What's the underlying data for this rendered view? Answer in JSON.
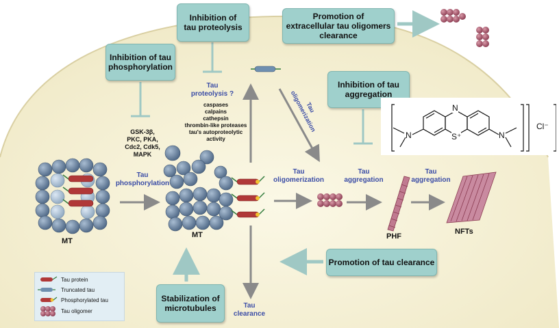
{
  "boxes": {
    "inh_tau_proteolysis": "Inhibition of\ntau proteolysis",
    "promotion_extracellular": "Promotion of\nextracellular tau oligomers\nclearance",
    "inh_tau_phosphorylation": "Inhibition of tau\nphosphorylation",
    "inh_tau_aggregation": "Inhibition of tau\naggregation",
    "promotion_tau_clearance": "Promotion of tau clearance",
    "stabilization_microtubules": "Stabilization of\nmicrotubules"
  },
  "labels": {
    "tau_proteolysis_q": "Tau\nproteolysis ?",
    "proteases": "caspases\ncalpains\ncathepsin\nthrombin-like proteases\ntau's autoproteolytic\nactivity",
    "kinases": "GSK-3β,\nPKC, PKA,\nCdc2, Cdk5,\nMAPK",
    "tau_phosphorylation": "Tau\nphosphorylation",
    "tau_oligomerization_diag": "Tau\noligomerization",
    "tau_oligomerization": "Tau\noligomerization",
    "tau_aggregation_1": "Tau\naggregation",
    "tau_aggregation_2": "Tau\naggregation",
    "tau_clearance": "Tau\nclearance",
    "mt_left": "MT",
    "mt_center": "MT",
    "phf": "PHF",
    "nfts": "NFTs"
  },
  "legend": {
    "items": [
      "Tau protein",
      "Truncated tau",
      "Phosphorylated tau",
      "Tau oligomer"
    ]
  },
  "structure": {
    "N_top": "N",
    "S_plus": "S⁺",
    "N_left": "N",
    "N_right": "N",
    "counter_ion": "Cl⁻"
  },
  "colors": {
    "cell_bg": "#f7f3dc",
    "box_fill": "#9fd0cc",
    "arrow": "#8a8a8a",
    "inhibitor": "#9fc8c4",
    "label_blue": "#3b4da6",
    "mt_blue": "#7f95ad",
    "oligomer": "#a85a6e",
    "fibril": "#c07a90"
  }
}
